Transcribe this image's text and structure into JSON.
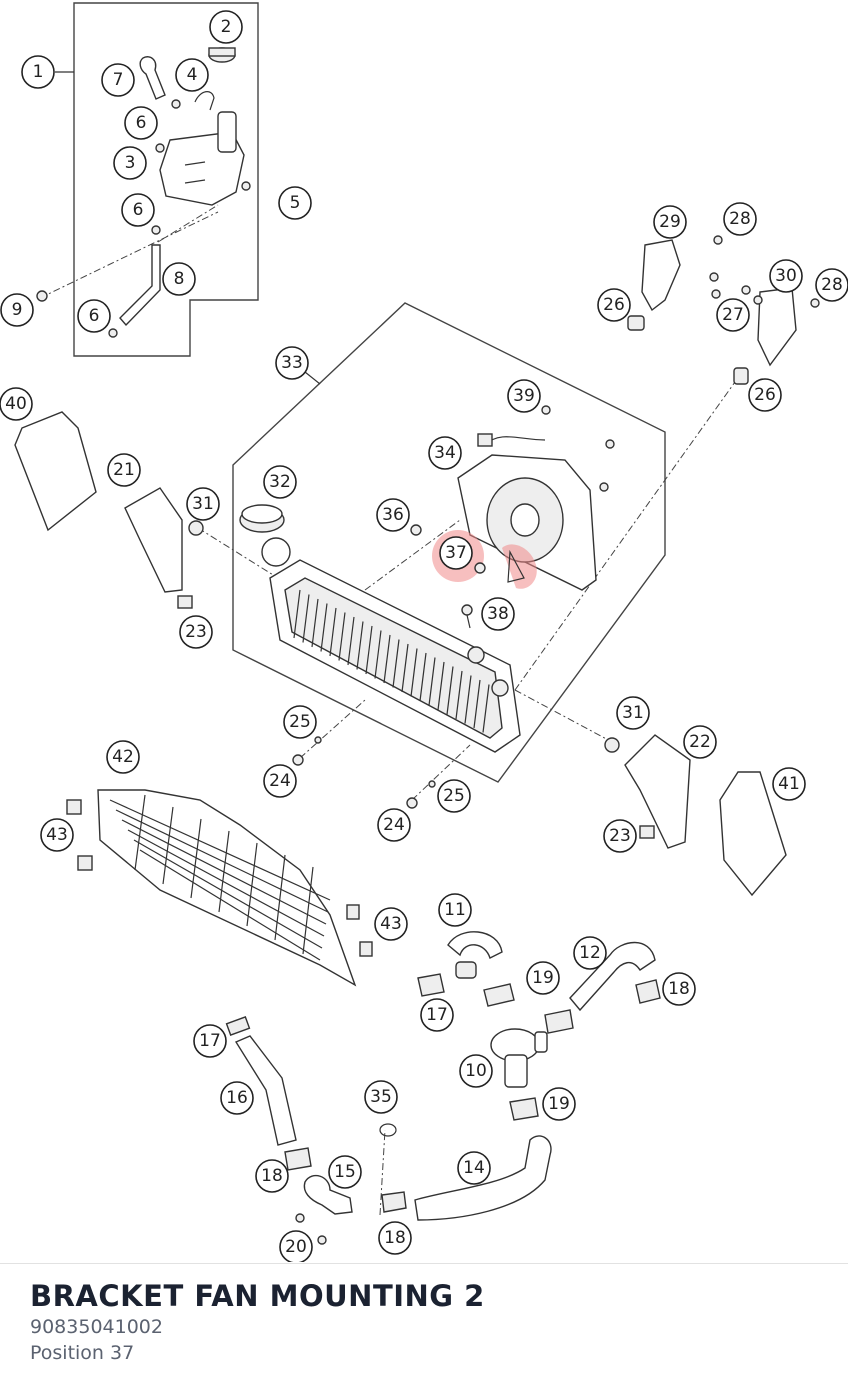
{
  "part": {
    "name": "BRACKET FAN MOUNTING 2",
    "number": "90835041002",
    "position": "Position 37"
  },
  "highlight": {
    "callout": "37",
    "color": "#f08a8a"
  },
  "callouts": [
    "1",
    "2",
    "3",
    "4",
    "5",
    "6",
    "7",
    "8",
    "9",
    "10",
    "11",
    "12",
    "14",
    "15",
    "16",
    "17",
    "18",
    "19",
    "20",
    "21",
    "22",
    "23",
    "24",
    "25",
    "26",
    "27",
    "28",
    "29",
    "30",
    "31",
    "32",
    "33",
    "34",
    "35",
    "36",
    "37",
    "38",
    "39",
    "40",
    "41",
    "42",
    "43"
  ]
}
